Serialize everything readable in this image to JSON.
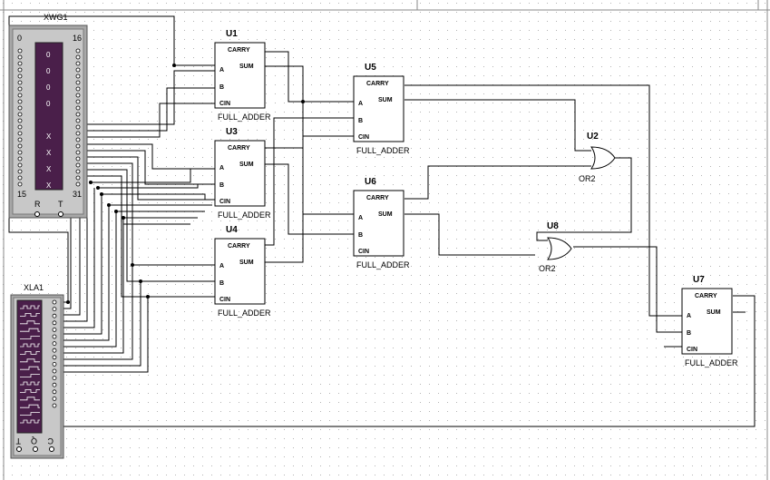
{
  "instruments": {
    "word_generator": {
      "refdes": "XWG1",
      "corner_labels": {
        "top_left": "0",
        "top_right": "16",
        "bottom_left": "15",
        "bottom_right": "31"
      },
      "bottom_labels": [
        "R",
        "T"
      ],
      "screen_rows": [
        "0",
        "0",
        "0",
        "0",
        "",
        "X",
        "X",
        "X",
        "X"
      ]
    },
    "logic_analyzer": {
      "refdes": "XLA1",
      "bottom_labels": [
        "T",
        "Q",
        "C"
      ],
      "channel_count": 16
    }
  },
  "adders": [
    {
      "refdes": "U1",
      "type": "FULL_ADDER"
    },
    {
      "refdes": "U3",
      "type": "FULL_ADDER"
    },
    {
      "refdes": "U4",
      "type": "FULL_ADDER"
    },
    {
      "refdes": "U5",
      "type": "FULL_ADDER"
    },
    {
      "refdes": "U6",
      "type": "FULL_ADDER"
    },
    {
      "refdes": "U7",
      "type": "FULL_ADDER"
    }
  ],
  "gates": [
    {
      "refdes": "U2",
      "type": "OR2"
    },
    {
      "refdes": "U8",
      "type": "OR2"
    }
  ],
  "pin_labels": {
    "carry": "CARRY",
    "sum": "SUM",
    "a": "A",
    "b": "B",
    "cin": "CIN"
  },
  "colors": {
    "grid_dot": "#b4b4b4",
    "instrument_bezel": "#a8a8a8",
    "screen": "#4a1f4a",
    "wire": "#000000"
  }
}
